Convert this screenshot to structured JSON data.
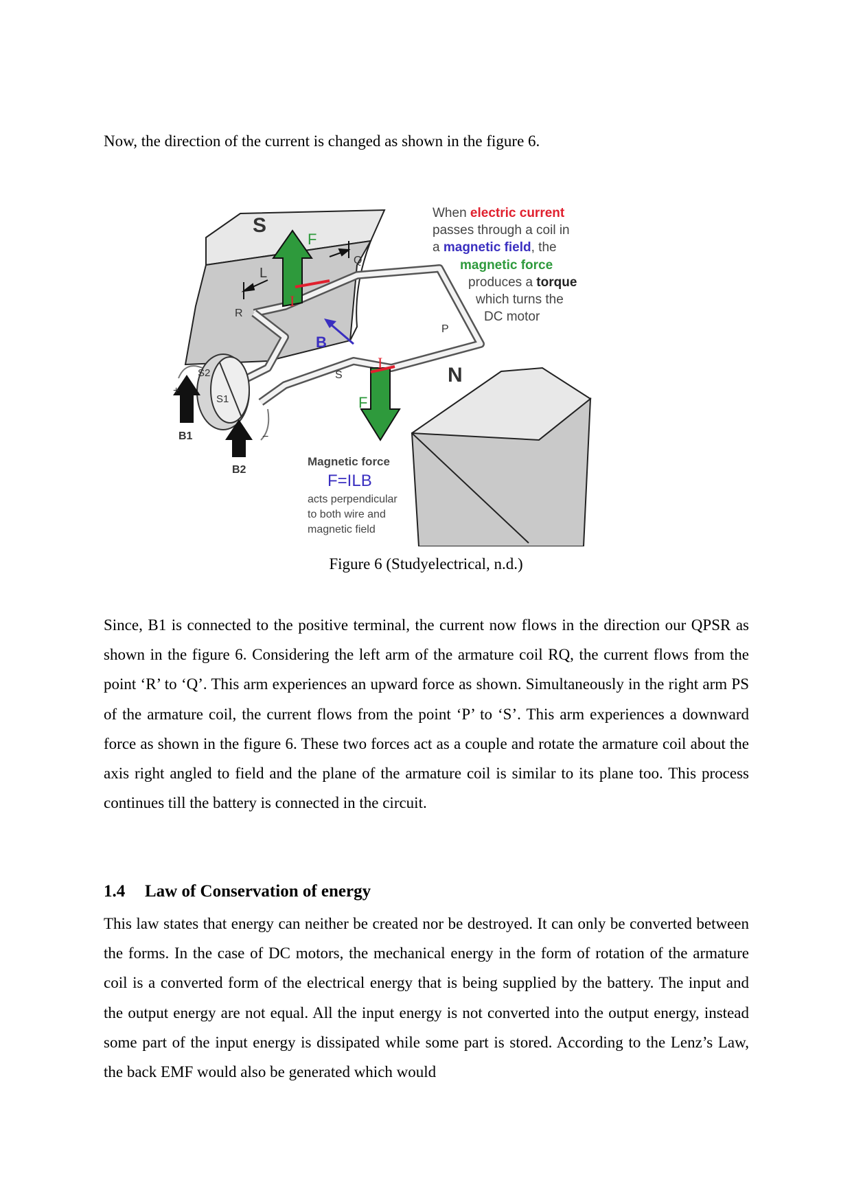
{
  "intro": "Now, the direction of the current is changed as shown in the figure 6.",
  "figure": {
    "caption": "Figure 6 (Studyelectrical, n.d.)",
    "labels": {
      "pole_s": "S",
      "pole_n": "N",
      "force_top": "F",
      "force_bottom": "F",
      "length": "L",
      "current_top": "I",
      "current_bottom": "I",
      "field": "B",
      "point_q": "Q",
      "point_r": "R",
      "point_p": "P",
      "point_s": "S",
      "comm_s1": "S1",
      "comm_s2": "S2",
      "brush_b1": "B1",
      "brush_b2": "B2",
      "plus": "+",
      "minus": "−"
    },
    "note_top": {
      "line1_a": "When ",
      "line1_b": "electric current",
      "line2": "passes through a  coil in",
      "line3_a": "a ",
      "line3_b": "magnetic field",
      "line3_c": ", the",
      "line4": "magnetic force",
      "line5_a": "produces a ",
      "line5_b": "torque",
      "line6": "which turns the",
      "line7": "DC motor"
    },
    "note_bottom": {
      "title": "Magnetic force",
      "formula": "F=ILB",
      "line1": "acts perpendicular",
      "line2": "to both wire and",
      "line3": "magnetic field"
    },
    "colors": {
      "red": "#e0202e",
      "blue": "#3a2fc0",
      "green": "#2e9a3c",
      "magnet": "#c9c9c9"
    }
  },
  "paragraph1": "Since, B1 is connected to the positive terminal, the current now flows in the direction our QPSR as shown in the figure 6. Considering the left arm of the armature coil RQ, the current flows from the point ‘R’ to ‘Q’. This arm experiences an upward force as shown. Simultaneously in the right arm PS of the armature coil, the current flows from the point ‘P’ to ‘S’. This arm experiences a downward force as shown in the figure 6. These two forces act as a couple and rotate the armature coil about the axis right angled to field and the plane of the armature coil is similar to its plane too. This process continues till the battery is connected in the circuit.",
  "section": {
    "number": "1.4",
    "title": "Law of Conservation of energy"
  },
  "paragraph2": "This law states that energy can neither be created nor be destroyed. It can only be converted between the forms. In the case of DC motors, the mechanical energy in the form of rotation of the armature coil is a converted form of the electrical energy that is being supplied by the battery. The input and the output energy are not equal. All the input energy is not converted into the output energy, instead some part of the input energy is dissipated while some part is stored. According to the Lenz’s Law, the back EMF would also be generated which would"
}
